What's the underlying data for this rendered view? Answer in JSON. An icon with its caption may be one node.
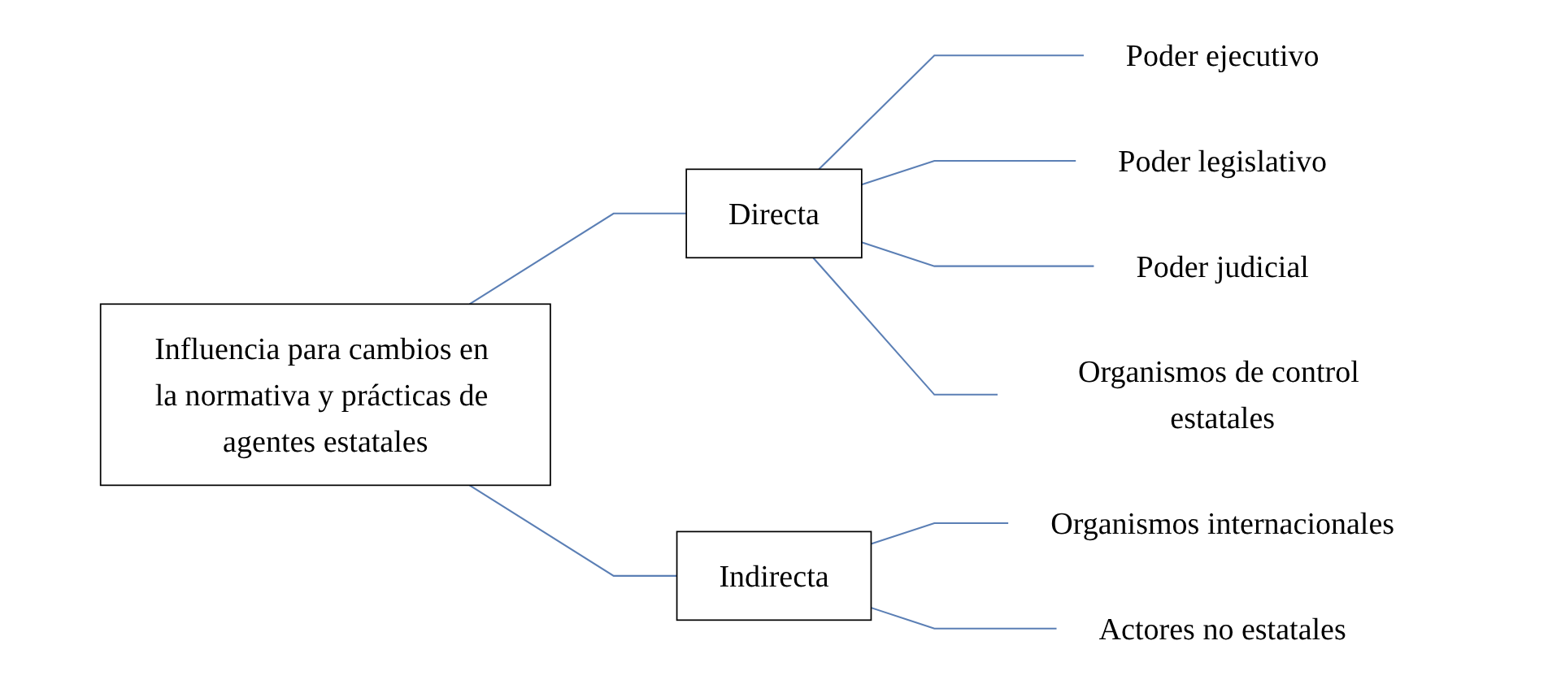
{
  "diagram": {
    "nodes": [
      {
        "text": [
          "Influencia para cambios en la normativa y prácticas de agentes estatales"
        ]
      },
      {
        "text": [
          "Directa"
        ]
      },
      {
        "text": [
          "Indirecta"
        ]
      },
      {
        "text": [
          "Poder ejecutivo"
        ]
      },
      {
        "text": [
          "Poder legislativo"
        ]
      },
      {
        "text": [
          "Poder judicial"
        ]
      },
      {
        "text": [
          "Organismos de control estatales"
        ]
      },
      {
        "text": [
          "Organismos internacionales"
        ]
      },
      {
        "text": [
          "Actores no estatales"
        ]
      }
    ],
    "edges": [
      {
        "from": 0,
        "to": 1,
        "arrow": "none"
      },
      {
        "from": 0,
        "to": 2,
        "arrow": "none"
      },
      {
        "from": 1,
        "to": 3,
        "arrow": "none"
      },
      {
        "from": 1,
        "to": 4,
        "arrow": "none"
      },
      {
        "from": 1,
        "to": 5,
        "arrow": "none"
      },
      {
        "from": 1,
        "to": 6,
        "arrow": "none"
      },
      {
        "from": 2,
        "to": 7,
        "arrow": "none"
      },
      {
        "from": 2,
        "to": 8,
        "arrow": "none"
      }
    ]
  }
}
